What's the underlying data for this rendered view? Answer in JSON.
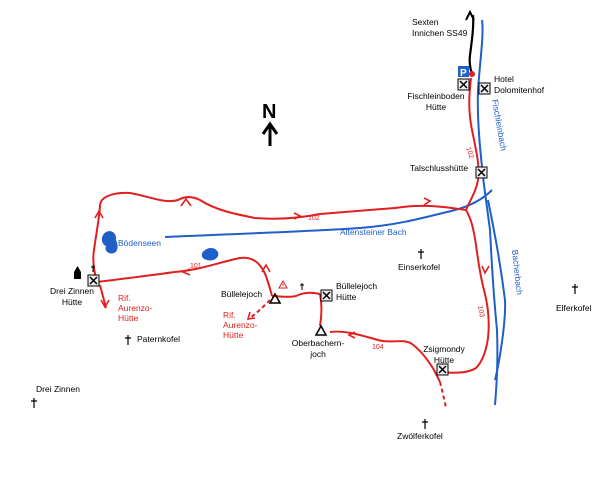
{
  "labels": {
    "road": "Sexten\nInnichen SS49",
    "parking": "P",
    "fischleinboden": "Fischleinboden\nHütte",
    "hotel": "Hotel\nDolomitenhof",
    "fischleinbach": "Fischleinbach",
    "talschluss": "Talschlusshütte",
    "bodenseen": "Bödenseen",
    "altensteiner": "Altensteiner Bach",
    "einserkofel": "Einserkofel",
    "bacherbach": "Bacherbach",
    "drei_zinnen_huette": "Drei Zinnen\nHütte",
    "rif_aurenzo_1": "Rif.\nAurenzo-\nHütte",
    "paternkofel": "Paternkofel",
    "buellelejoch": "Büllelejoch",
    "rif_aurenzo_2": "Rif.\nAurenzo-\nHütte",
    "buellelejoch_huette": "Büllelejoch\nHütte",
    "oberbachernjoch": "Oberbachern-\njoch",
    "zsigmondy": "Zsigmondy\nHütte",
    "elferkofel": "Elferkofel",
    "drei_zinnen": "Drei Zinnen",
    "zwoelferkofel": "Zwölferkofel",
    "north": "N"
  },
  "trail_numbers": {
    "t102_top": "102",
    "t102_side": "102",
    "t101": "101",
    "t103": "103",
    "t104": "104"
  },
  "colors": {
    "trail": "#e02020",
    "water": "#1f5fc8",
    "road": "#000000",
    "parking_bg": "#1f5fc8"
  },
  "icons": {
    "hut": "hut-cross-icon",
    "peak": "cross-summit-icon",
    "pass": "triangle-pass-icon",
    "warning": "warning-triangle-icon",
    "church": "church-icon",
    "north_arrow": "north-arrow-icon"
  }
}
